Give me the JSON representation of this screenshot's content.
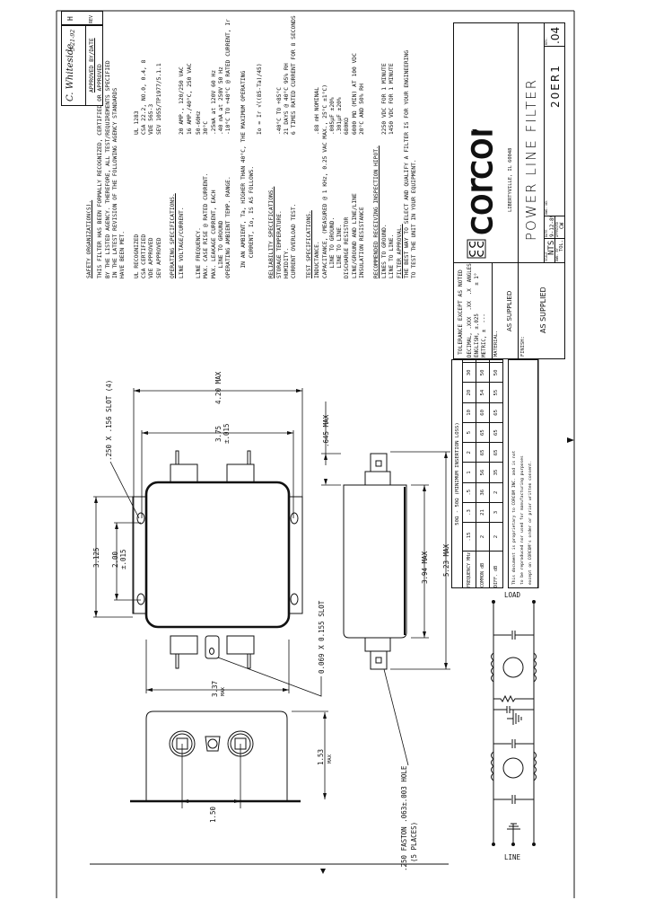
{
  "approval": {
    "signature": "C. Whiteside",
    "date": "5-21-92",
    "label": "APPROVED BY/DATE",
    "rev_value": "H",
    "rev_label": "REV"
  },
  "spec_lines": [
    {
      "label": "SAFETY ORGANIZATION(S).",
      "value": "",
      "heading": true
    },
    {
      "label": "THIS FILTER HAS BEEN FORMALLY RECOGNIZED, CERTIFIED OR APPROVED",
      "value": ""
    },
    {
      "label": "BY THE LISTED AGENCY. THEREFORE, ALL TEST/REQUIREMENTS SPECIFIED",
      "value": ""
    },
    {
      "label": "IN THE LATEST REVISION OF THE FOLLOWING AGENCY STANDARDS",
      "value": ""
    },
    {
      "label": "HAVE BEEN MET.",
      "value": ""
    },
    {
      "label": "UL RECOGNIZED",
      "value": "UL 1283"
    },
    {
      "label": "CSA CERTIFIED",
      "value": "CSA 22.2, NO.0, 0.4, 8"
    },
    {
      "label": "VDE APPROVED",
      "value": "VDE 565-3"
    },
    {
      "label": "SEV APPROVED",
      "value": "SEV 1055/TP1977/5.1.1"
    },
    {
      "label": "OPERATING SPECIFICATIONS.",
      "value": "",
      "heading": true
    },
    {
      "label": "LINE VOLTAGE/CURRENT.",
      "value": "20 AMP., 120/250 VAC"
    },
    {
      "label": "",
      "value": "16 AMP./40°C, 250 VAC"
    },
    {
      "label": "LINE FREQUENCY.",
      "value": "50-60Hz"
    },
    {
      "label": "MAX. CASE RISE @ RATED CURRENT.",
      "value": "30°C"
    },
    {
      "label": "MAX. LEAKAGE CURRENT, EACH",
      "value": ".25mA at 120V 60 Hz"
    },
    {
      "label": "   LINE TO GROUND",
      "value": ".40 mA at 250V 50 Hz"
    },
    {
      "label": "OPERATING AMBIENT TEMP. RANGE.",
      "value": "-10°C TO +40°C @ RATED CURRENT, Ir"
    },
    {
      "label": "   IN AN AMBIENT, Ta, HIGHER THAN 40°C, THE MAXIMUM OPERATING",
      "value": ""
    },
    {
      "label": "      CURRENT, Io, IS AS FOLLOWS.",
      "value": ""
    },
    {
      "label": "",
      "value": "Io = Ir √((85-Ta)/45)"
    },
    {
      "label": "RELIABILITY SPECIFICATIONS.",
      "value": "",
      "heading": true
    },
    {
      "label": "STORAGE TEMPERATURE.",
      "value": "-40°C TO +85°C"
    },
    {
      "label": "HUMIDITY.",
      "value": "21 DAYS @ 40°C 95% RH"
    },
    {
      "label": "CURRENT OVERLOAD TEST.",
      "value": "6 TIMES RATED CURRENT FOR 8 SECONDS"
    },
    {
      "label": "TEST SPECIFICATIONS.",
      "value": "",
      "heading": true
    },
    {
      "label": "INDUCTANCE.",
      "value": ".88 mH NOMINAL"
    },
    {
      "label": "CAPACITANCE, (MEASURED @ 1 KHz, 0.25 VAC MAX., 25°C ±1°C)",
      "value": ""
    },
    {
      "label": "   LINE TO GROUND.",
      "value": ".005µF ±20%"
    },
    {
      "label": "   LINE TO LINE.",
      "value": ".301µF ±20%"
    },
    {
      "label": "DISCHARGE RESISTOR",
      "value": "680KΩ"
    },
    {
      "label": "LINE/GROUND AND LINE/LINE",
      "value": "6000 MΩ (MIN) AT 100 VDC"
    },
    {
      "label": "INSULATION RESISTANCE",
      "value": "20°C AND 50% RH"
    },
    {
      "label": "RECOMMENDED RECEIVING INSPECTION HIPOT.",
      "value": "",
      "heading": true
    },
    {
      "label": "LINES TO GROUND.",
      "value": "2250 VDC FOR 1 MINUTE"
    },
    {
      "label": "LINE TO LINE.",
      "value": "1450 VDC FOR 1 MINUTE"
    },
    {
      "label": "FILTER APPROVAL.",
      "value": "",
      "heading": true
    },
    {
      "label": "THE BEST WAY TO SELECT AND QUALIFY A FILTER IS FOR YOUR ENGINEERING",
      "value": ""
    },
    {
      "label": "TO TEST THE UNIT IN YOUR EQUIPMENT.",
      "value": ""
    }
  ],
  "drawing": {
    "slot_note": ".250 X .156 SLOT (4)",
    "dim_width": "4.20 MAX",
    "dim_slot_spacing": "3.75",
    "dim_slot_spacing_tol": "±.015",
    "dim_flange_height": "3.125",
    "dim_slot_pitch": "2.00",
    "dim_slot_pitch_tol": "±.015",
    "dim_body_width": "3.37",
    "dim_body_width_max": "MAX",
    "ground_slot_note": "0.069 X 0.155 SLOT",
    "dim_terminal": ".645 MAX",
    "dim_body_length": "3.94 MAX",
    "dim_overall_length": "5.23 MAX",
    "faston_note": ".250 FASTON .063±.003 HOLE",
    "faston_places": "(5 PLACES)",
    "dim_height": "1.53",
    "dim_height_max": "MAX",
    "dim_terminal_pitch": "1.50"
  },
  "schematic": {
    "load_label": "LOAD",
    "line_label": "LINE"
  },
  "insertion_loss": {
    "title": "50Ω - 50Ω (MINIMUM INSERTION LOSS)",
    "rows": [
      {
        "label": "FREQUENCY MHz",
        "values": [
          ".15",
          ".3",
          ".5",
          "1",
          "2",
          "5",
          "10",
          "20",
          "30"
        ]
      },
      {
        "label": "COMMON dB",
        "values": [
          "2",
          "21",
          "36",
          "56",
          "65",
          "65",
          "60",
          "54",
          "50"
        ]
      },
      {
        "label": "DIFF. dB",
        "values": [
          "2",
          "3",
          "2",
          "35",
          "65",
          "65",
          "65",
          "55",
          "50"
        ]
      }
    ],
    "notice": [
      "This document is proprietary to CORCOM INC. and is not",
      "to be reproduced nor used for manufacturing purposes",
      "except on CORCOM's order or prior written consent."
    ]
  },
  "title_block": {
    "tolerance_title": "TOLERANCE EXCEPT AS NOTED",
    "tolerance_lines": [
      "DECIMAL, .XXX  .XX  .X  ANGLES",
      "ENGLISH, ±.025         ± 1°",
      "METRIC, ±  ---"
    ],
    "material_label": "MATERIAL.",
    "material_value": "AS SUPPLIED",
    "finish_label": "FINISH:",
    "finish_value": "AS SUPPLIED",
    "company": "corcom",
    "company_address": "LIBERTYVILLE, IL 60048",
    "title": "POWER LINE FILTER",
    "scale_label": "SCALE",
    "scale_value": "NTS",
    "drawn_by_label": "DWN. BY",
    "tol_label": "TOL.",
    "date_label": "DATE",
    "date_value": "9-12-89",
    "approved_label": "APPROVED",
    "approved_value": "CW",
    "dwg_label": "DWG. NO.",
    "dwg_value": "20ER1",
    "rev_label": "REV.",
    "rev_value": ".04"
  }
}
